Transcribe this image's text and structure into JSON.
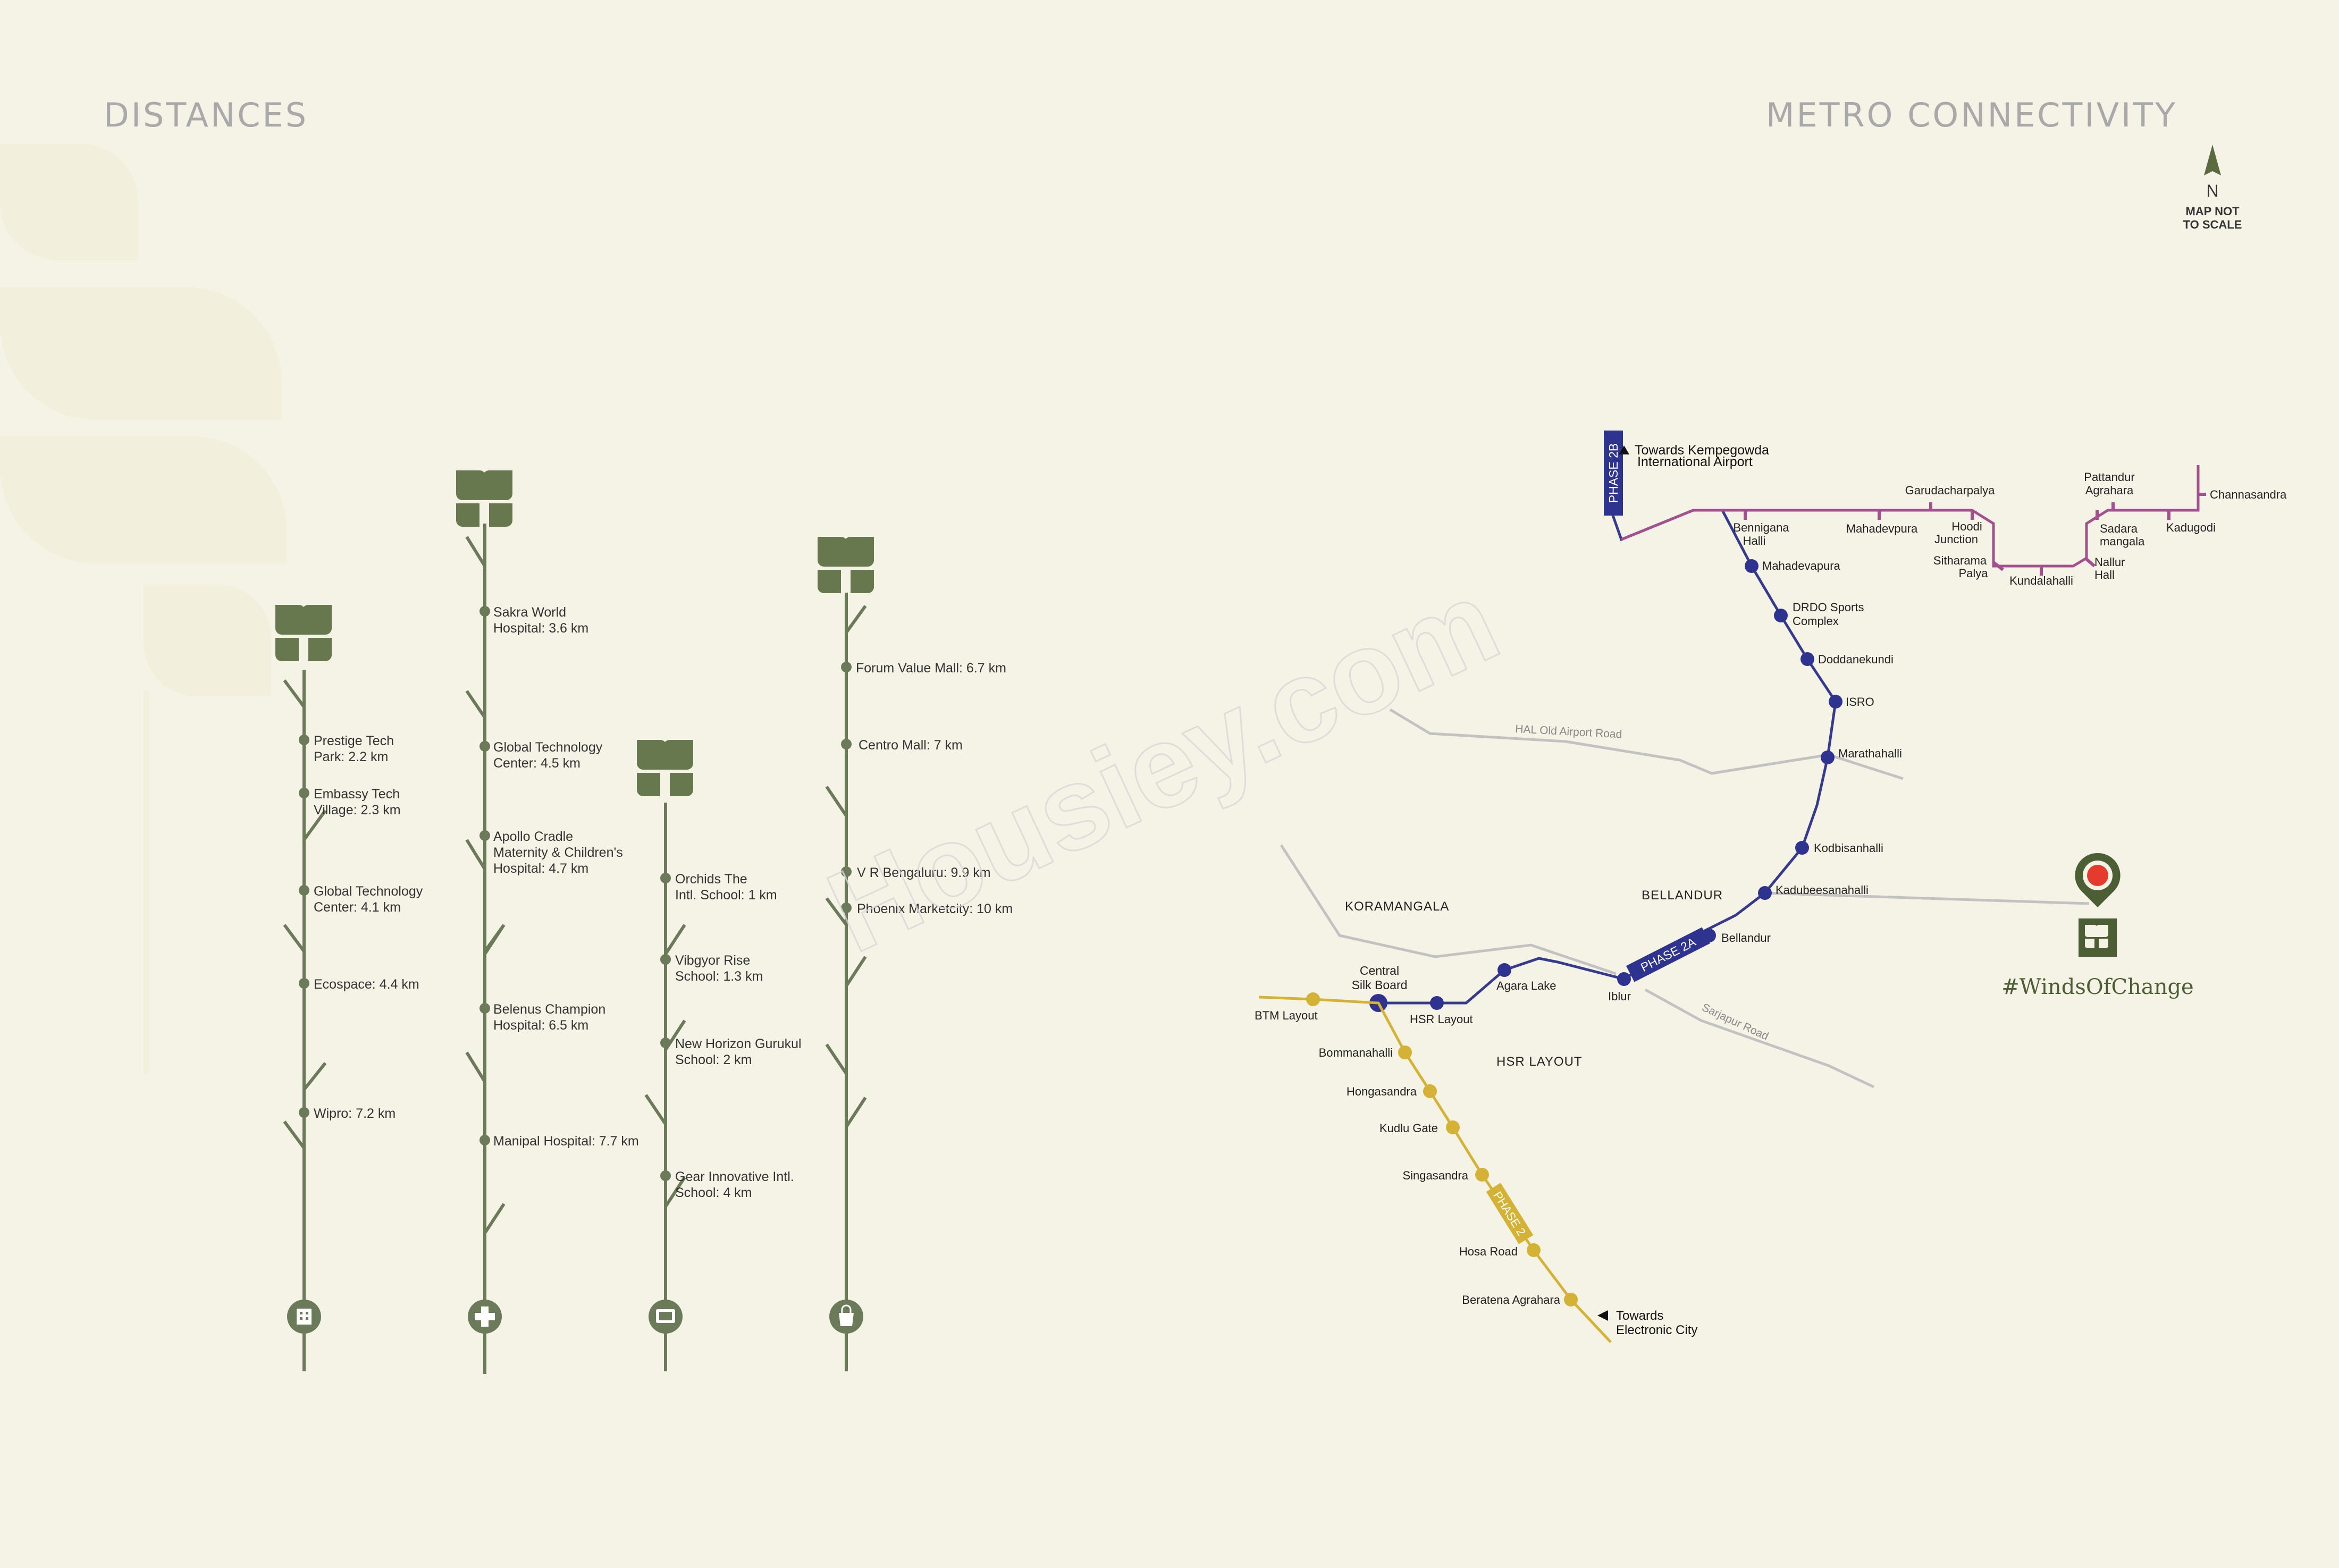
{
  "headings": {
    "distances": "DISTANCES",
    "metro": "METRO CONNECTIVITY"
  },
  "compass": {
    "letter": "N",
    "note_line1": "MAP NOT",
    "note_line2": "TO SCALE"
  },
  "colors": {
    "background": "#f5f2e6",
    "stem_green": "#6b7a58",
    "leaf_green": "#68784e",
    "heading_grey": "#a9a9a9",
    "blue_line": "#363a8c",
    "purple_line": "#a3508f",
    "yellow_line": "#d4b235",
    "road_grey": "#c2c2c2",
    "marker_red": "#e53a2e",
    "brand_green": "#4c5e33"
  },
  "distance_columns": [
    {
      "category_icon": "office-building-icon",
      "items": [
        [
          "Prestige Tech",
          "Park: 2.2 km"
        ],
        [
          "Embassy Tech",
          "Village: 2.3 km"
        ],
        [
          "Global Technology",
          "Center: 4.1 km"
        ],
        [
          "Ecospace: 4.4  km"
        ],
        [
          "Wipro: 7.2 km"
        ]
      ]
    },
    {
      "category_icon": "hospital-cross-icon",
      "items": [
        [
          "Sakra World",
          "Hospital: 3.6 km"
        ],
        [
          "Global Technology",
          "Center: 4.5 km"
        ],
        [
          "Apollo Cradle",
          "Maternity & Children's",
          "Hospital: 4.7 km"
        ],
        [
          "Belenus Champion",
          "Hospital: 6.5 km"
        ],
        [
          "Manipal Hospital: 7.7 km"
        ]
      ]
    },
    {
      "category_icon": "school-board-icon",
      "items": [
        [
          "Orchids The",
          "Intl. School: 1 km"
        ],
        [
          "Vibgyor Rise",
          "School: 1.3 km"
        ],
        [
          "New Horizon Gurukul",
          "School: 2 km"
        ],
        [
          "Gear Innovative Intl.",
          "School: 4 km"
        ]
      ]
    },
    {
      "category_icon": "shopping-bag-icon",
      "items": [
        [
          "Forum Value Mall: 6.7 km"
        ],
        [
          "Centro Mall: 7 km"
        ],
        [
          "V R Bengaluru: 9.9 km"
        ],
        [
          "Phoenix Marketcity: 10 km"
        ]
      ]
    }
  ],
  "map": {
    "phase_labels": {
      "phase_2a": "PHASE 2A",
      "phase_2b": "PHASE 2B",
      "phase_2": "PHASE 2"
    },
    "towards_airport": [
      "Towards Kempegowda",
      "International Airport"
    ],
    "towards_electronic_city": [
      "Towards",
      "Electronic City"
    ],
    "areas": {
      "koramangala": "KORAMANGALA",
      "bellandur": "BELLANDUR",
      "hsr_layout": "HSR LAYOUT"
    },
    "roads": {
      "hal_old_airport": "HAL Old Airport Road",
      "sarjapur": "Sarjapur Road"
    },
    "blue_stations": [
      "Mahadevapura",
      [
        "DRDO Sports",
        "Complex"
      ],
      "Doddanekundi",
      "ISRO",
      "Marathahalli",
      "Kodbisanhalli",
      "Kadubeesanahalli",
      "Bellandur",
      "Iblur",
      "Agara Lake",
      "HSR Layout",
      [
        "Central",
        "Silk Board"
      ]
    ],
    "purple_stations": [
      [
        "Bennigana",
        "Halli"
      ],
      "Mahadevpura",
      "Garudacharpalya",
      [
        "Hoodi",
        "Junction"
      ],
      [
        "Sitharama",
        "Palya"
      ],
      "Kundalahalli",
      [
        "Nallur",
        "Hall"
      ],
      [
        "Sadara",
        "mangala"
      ],
      [
        "Pattandur",
        "Agrahara"
      ],
      "Kadugodi",
      "Channasandra"
    ],
    "yellow_stations": [
      "BTM Layout",
      "Bommanahalli",
      "Hongasandra",
      "Kudlu Gate",
      "Singasandra",
      "Hosa Road",
      "Beratena Agrahara"
    ]
  },
  "brand": {
    "hashtag": "#WindsOfChange"
  },
  "watermark": "Housiey.com"
}
